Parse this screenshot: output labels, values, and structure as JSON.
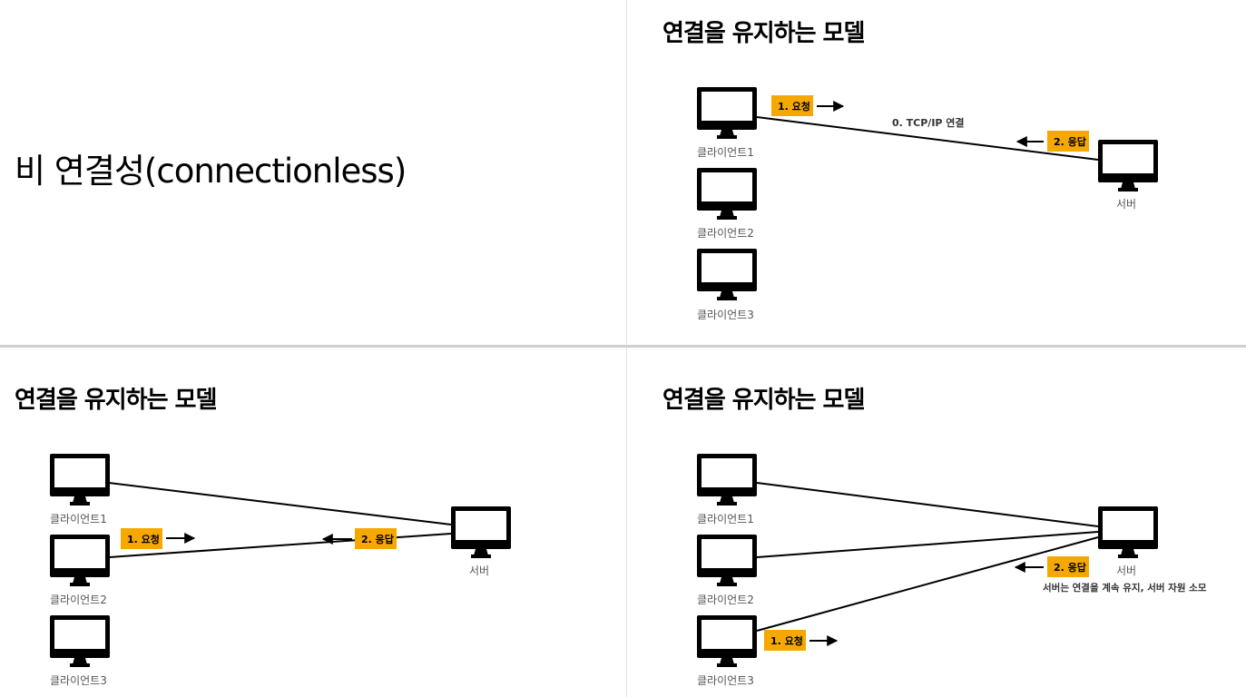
{
  "slide1": {
    "title": "비 연결성(connectionless)"
  },
  "slide2": {
    "title": "연결을 유지하는 모델",
    "clients": [
      "클라이언트1",
      "클라이언트2",
      "클라이언트3"
    ],
    "server": "서버",
    "request": "1. 요청",
    "response": "2. 응답",
    "connection": "0. TCP/IP 연결"
  },
  "slide3": {
    "title": "연결을 유지하는 모델",
    "clients": [
      "클라이언트1",
      "클라이언트2",
      "클라이언트3"
    ],
    "server": "서버",
    "request": "1. 요청",
    "response": "2. 응답"
  },
  "slide4": {
    "title": "연결을 유지하는 모델",
    "clients": [
      "클라이언트1",
      "클라이언트2",
      "클라이언트3"
    ],
    "server": "서버",
    "request": "1. 요청",
    "response": "2. 응답",
    "server_note": "서버는 연결을 계속 유지, 서버 자원 소모"
  },
  "colors": {
    "tag": "#f5a800",
    "monitor": "#000000"
  },
  "icons": {
    "monitor": "monitor-icon",
    "arrow": "arrow-icon"
  }
}
